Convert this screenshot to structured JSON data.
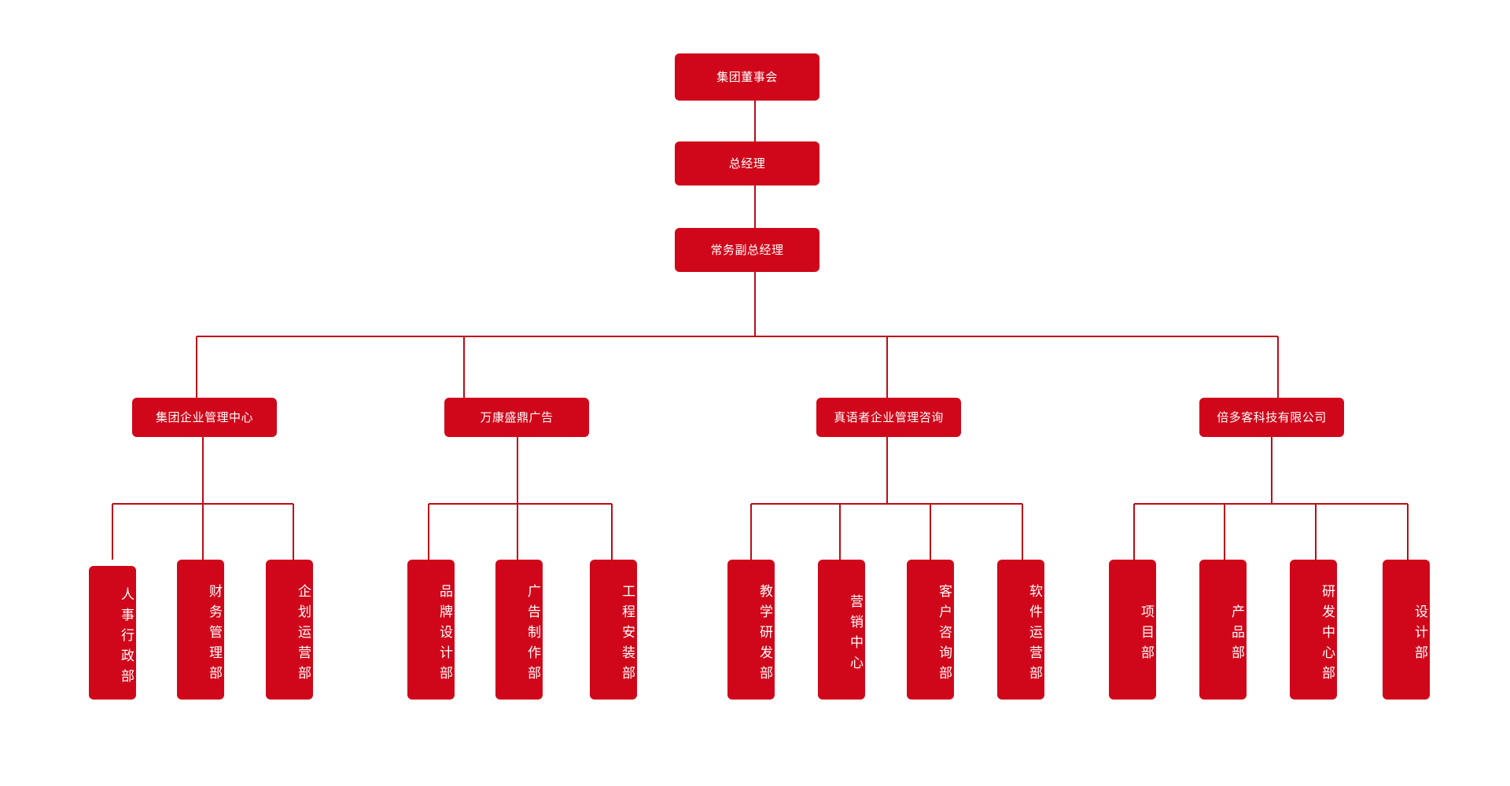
{
  "chart_data": {
    "type": "diagram",
    "diagram_type": "organization-chart",
    "title": "",
    "orientation": "top-down",
    "box_color": "#d0071a",
    "line_color": "#bc0b17",
    "text_color": "#ffffff",
    "background": "#ffffff",
    "levels": 4,
    "nodes": [
      {
        "id": "n0",
        "label": "集团董事会",
        "level": 0,
        "parent": null,
        "orientation": "horizontal"
      },
      {
        "id": "n1",
        "label": "总经理",
        "level": 1,
        "parent": "n0",
        "orientation": "horizontal"
      },
      {
        "id": "n2",
        "label": "常务副总经理",
        "level": 2,
        "parent": "n1",
        "orientation": "horizontal"
      },
      {
        "id": "d1",
        "label": "集团企业管理中心",
        "level": 3,
        "parent": "n2",
        "orientation": "horizontal"
      },
      {
        "id": "d2",
        "label": "万康盛鼎广告",
        "level": 3,
        "parent": "n2",
        "orientation": "horizontal"
      },
      {
        "id": "d3",
        "label": "真语者企业管理咨询",
        "level": 3,
        "parent": "n2",
        "orientation": "horizontal"
      },
      {
        "id": "d4",
        "label": "倍多客科技有限公司",
        "level": 3,
        "parent": "n2",
        "orientation": "horizontal"
      },
      {
        "id": "l1",
        "label": "人事行政部",
        "level": 4,
        "parent": "d1",
        "orientation": "vertical"
      },
      {
        "id": "l2",
        "label": "财务管理部",
        "level": 4,
        "parent": "d1",
        "orientation": "vertical"
      },
      {
        "id": "l3",
        "label": "企划运营部",
        "level": 4,
        "parent": "d1",
        "orientation": "vertical"
      },
      {
        "id": "l4",
        "label": "品牌设计部",
        "level": 4,
        "parent": "d2",
        "orientation": "vertical"
      },
      {
        "id": "l5",
        "label": "广告制作部",
        "level": 4,
        "parent": "d2",
        "orientation": "vertical"
      },
      {
        "id": "l6",
        "label": "工程安装部",
        "level": 4,
        "parent": "d2",
        "orientation": "vertical"
      },
      {
        "id": "l7",
        "label": "教学研发部",
        "level": 4,
        "parent": "d3",
        "orientation": "vertical"
      },
      {
        "id": "l8",
        "label": "营销中心",
        "level": 4,
        "parent": "d3",
        "orientation": "vertical"
      },
      {
        "id": "l9",
        "label": "客户咨询部",
        "level": 4,
        "parent": "d3",
        "orientation": "vertical"
      },
      {
        "id": "l10",
        "label": "软件运营部",
        "level": 4,
        "parent": "d3",
        "orientation": "vertical"
      },
      {
        "id": "l11",
        "label": "项目部",
        "level": 4,
        "parent": "d4",
        "orientation": "vertical"
      },
      {
        "id": "l12",
        "label": "产品部",
        "level": 4,
        "parent": "d4",
        "orientation": "vertical"
      },
      {
        "id": "l13",
        "label": "研发中心部",
        "level": 4,
        "parent": "d4",
        "orientation": "vertical"
      },
      {
        "id": "l14",
        "label": "设计部",
        "level": 4,
        "parent": "d4",
        "orientation": "vertical"
      }
    ]
  },
  "chart": {
    "top": {
      "board": "集团董事会",
      "general_manager": "总经理",
      "deputy_general_manager": "常务副总经理"
    },
    "divisions": [
      {
        "name": "集团企业管理中心",
        "departments": [
          "人事行政部",
          "财务管理部",
          "企划运营部"
        ]
      },
      {
        "name": "万康盛鼎广告",
        "departments": [
          "品牌设计部",
          "广告制作部",
          "工程安装部"
        ]
      },
      {
        "name": "真语者企业管理咨询",
        "departments": [
          "教学研发部",
          "营销中心",
          "客户咨询部",
          "软件运营部"
        ]
      },
      {
        "name": "倍多客科技有限公司",
        "departments": [
          "项目部",
          "产品部",
          "研发中心部",
          "设计部"
        ]
      }
    ]
  },
  "colors": {
    "box": "#d0071a",
    "line": "#bc0b17",
    "text": "#ffffff",
    "background": "#ffffff"
  }
}
